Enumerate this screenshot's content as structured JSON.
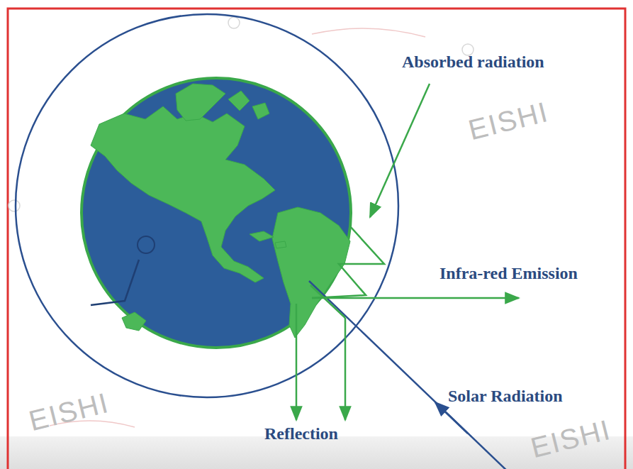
{
  "diagram": {
    "labels": [
      "Absorbed radiation",
      "Infra-red Emission",
      "Solar Radiation",
      "Reflection",
      "EISHI",
      "EISHI",
      "EISHI"
    ]
  }
}
